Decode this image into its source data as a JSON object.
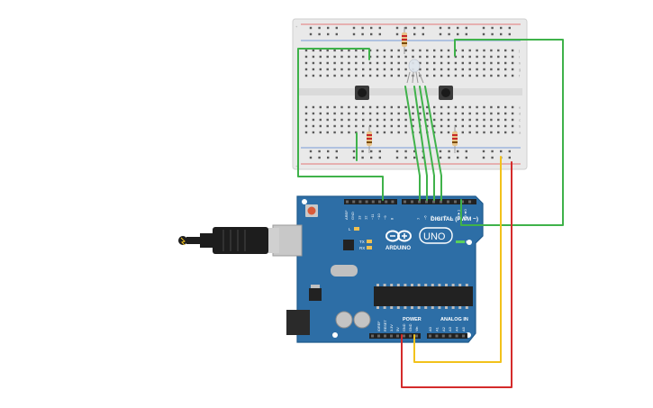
{
  "board": {
    "brand": "ARDUINO",
    "model": "UNO",
    "digital_label": "DIGITAL (PWM ~)",
    "power_label": "POWER",
    "analog_label": "ANALOG IN",
    "on_label": "ON",
    "tx_label": "TX",
    "rx_label": "RX",
    "l_label": "L",
    "pins_left": [
      "AREF",
      "GND",
      "13",
      "12",
      "~11",
      "~10",
      "~9",
      "8"
    ],
    "pins_right": [
      "7",
      "~6",
      "~5",
      "4",
      "~3",
      "2",
      "TX►1",
      "RX◄0"
    ],
    "power_pins": [
      "IOREF",
      "RESET",
      "3.3V",
      "5V",
      "GND",
      "GND",
      "Vin"
    ],
    "analog_pins": [
      "A0",
      "A1",
      "A2",
      "A3",
      "A4",
      "A5"
    ]
  },
  "breadboard": {
    "row_letters_top": [
      "j",
      "i",
      "h",
      "g",
      "f"
    ],
    "row_letters_bottom": [
      "e",
      "d",
      "c",
      "b",
      "a"
    ],
    "plus_label": "+",
    "minus_label": "−"
  },
  "colors": {
    "pcb": "#2d6ea6",
    "pcb_dark": "#1f5a8c",
    "wire_green": "#3fb24a",
    "wire_yellow": "#f2c21b",
    "wire_red": "#d42b2b",
    "breadboard": "#e9e9e9",
    "rail_red": "#e05050",
    "rail_blue": "#5080d0"
  },
  "components": {
    "buttons": [
      "pushbutton-left",
      "pushbutton-right"
    ],
    "resistors": [
      "resistor-top",
      "resistor-left",
      "resistor-right"
    ],
    "led": "rgb-led",
    "usb": "usb-cable"
  }
}
